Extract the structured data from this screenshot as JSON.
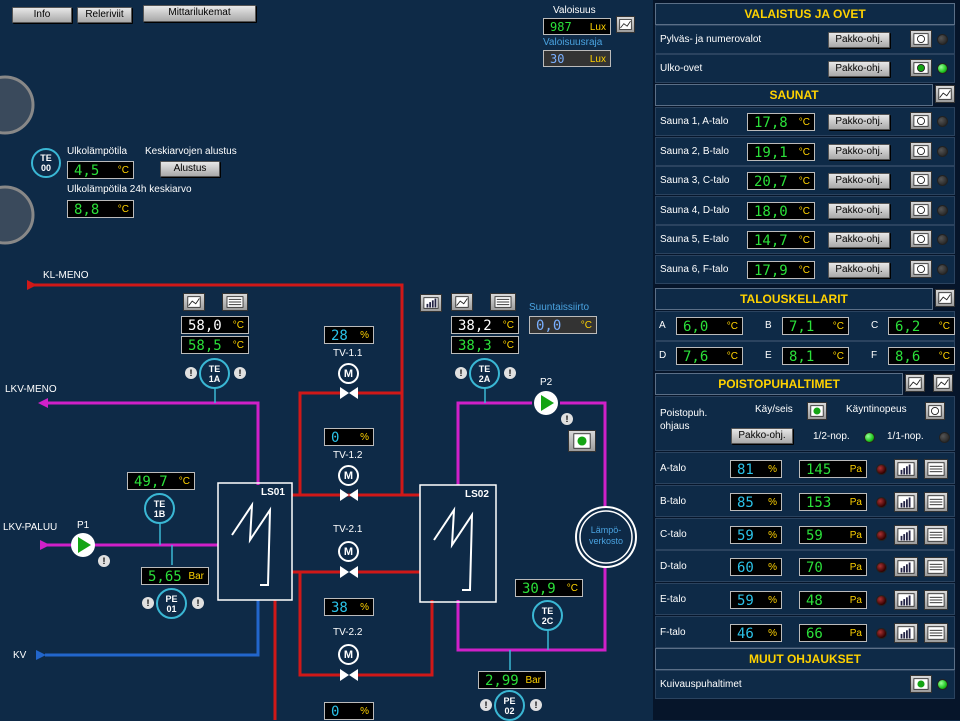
{
  "top_buttons": {
    "info": "Info",
    "releet": "Releriviit",
    "mittari": "Mittarilukemat"
  },
  "valoisuus": {
    "title": "Valoisuus",
    "value": "987",
    "unit": "Lux",
    "raja_label": "Valoisuusraja",
    "raja_value": "30",
    "raja_unit": "Lux"
  },
  "outdoor": {
    "sensor": {
      "line1": "TE",
      "line2": "00"
    },
    "temp_label": "Ulkolämpötila",
    "temp_value": "4,5",
    "avg_reset_label": "Keskiarvojen alustus",
    "reset_button": "Alustus",
    "avg_label": "Ulkolämpötila 24h keskiarvo",
    "avg_value": "8,8",
    "unit": "°C"
  },
  "process": {
    "kl_meno": "KL-MENO",
    "lkv_meno": "LKV-MENO",
    "lkv_paluu": "LKV-PALUU",
    "kv": "KV",
    "te1a": {
      "line1": "TE",
      "line2": "1A",
      "top": "58,0",
      "bottom": "58,5",
      "unit": "°C"
    },
    "te2a": {
      "line1": "TE",
      "line2": "2A",
      "top": "38,2",
      "bottom": "38,3",
      "unit": "°C"
    },
    "suuntaissiirto": {
      "label": "Suuntaissiirto",
      "value": "0,0",
      "unit": "°C"
    },
    "te1b": {
      "line1": "TE",
      "line2": "1B",
      "value": "49,7",
      "unit": "°C"
    },
    "te2c": {
      "line1": "TE",
      "line2": "2C",
      "value": "30,9",
      "unit": "°C"
    },
    "pe01": {
      "line1": "PE",
      "line2": "01",
      "value": "5,65",
      "unit": "Bar"
    },
    "pe02": {
      "line1": "PE",
      "line2": "02",
      "value": "2,99",
      "unit": "Bar"
    },
    "p1": "P1",
    "p2": "P2",
    "ls01": "LS01",
    "ls02": "LS02",
    "lampoverkosto": "Lämpö-verkosto",
    "valves": [
      {
        "name": "TV-1.1",
        "value": "28",
        "unit": "%"
      },
      {
        "name": "TV-1.2",
        "value": "0",
        "unit": "%"
      },
      {
        "name": "TV-2.1",
        "value": "38",
        "unit": "%"
      },
      {
        "name": "TV-2.2",
        "value": "0",
        "unit": "%"
      }
    ]
  },
  "right": {
    "valaistus": {
      "title": "VALAISTUS JA OVET",
      "rows": [
        {
          "label": "Pylväs- ja numerovalot",
          "button": "Pakko-ohj."
        },
        {
          "label": "Ulko-ovet",
          "button": "Pakko-ohj."
        }
      ]
    },
    "saunat": {
      "title": "SAUNAT",
      "rows": [
        {
          "label": "Sauna 1, A-talo",
          "value": "17,8",
          "unit": "°C",
          "button": "Pakko-ohj."
        },
        {
          "label": "Sauna 2, B-talo",
          "value": "19,1",
          "unit": "°C",
          "button": "Pakko-ohj."
        },
        {
          "label": "Sauna 3, C-talo",
          "value": "20,7",
          "unit": "°C",
          "button": "Pakko-ohj."
        },
        {
          "label": "Sauna 4, D-talo",
          "value": "18,0",
          "unit": "°C",
          "button": "Pakko-ohj."
        },
        {
          "label": "Sauna 5, E-talo",
          "value": "14,7",
          "unit": "°C",
          "button": "Pakko-ohj."
        },
        {
          "label": "Sauna 6, F-talo",
          "value": "17,9",
          "unit": "°C",
          "button": "Pakko-ohj."
        }
      ]
    },
    "talouskellarit": {
      "title": "TALOUSKELLARIT",
      "cells": [
        {
          "label": "A",
          "value": "6,0",
          "unit": "°C"
        },
        {
          "label": "B",
          "value": "7,1",
          "unit": "°C"
        },
        {
          "label": "C",
          "value": "6,2",
          "unit": "°C"
        },
        {
          "label": "D",
          "value": "7,6",
          "unit": "°C"
        },
        {
          "label": "E",
          "value": "8,1",
          "unit": "°C"
        },
        {
          "label": "F",
          "value": "8,6",
          "unit": "°C"
        }
      ]
    },
    "poisto": {
      "title": "POISTOPUHALTIMET",
      "ohjaus_label": "Poistopuh. ohjaus",
      "kay_label": "Käy/seis",
      "nopeus_label": "Käyntinopeus",
      "button": "Pakko-ohj.",
      "half_label": "1/2-nop.",
      "full_label": "1/1-nop.",
      "rows": [
        {
          "label": "A-talo",
          "pct": "81",
          "pa": "145"
        },
        {
          "label": "B-talo",
          "pct": "85",
          "pa": "153"
        },
        {
          "label": "C-talo",
          "pct": "59",
          "pa": "59"
        },
        {
          "label": "D-talo",
          "pct": "60",
          "pa": "70"
        },
        {
          "label": "E-talo",
          "pct": "59",
          "pa": "48"
        },
        {
          "label": "F-talo",
          "pct": "46",
          "pa": "66"
        }
      ],
      "pct_unit": "%",
      "pa_unit": "Pa"
    },
    "muut": {
      "title": "MUUT OHJAUKSET",
      "rows": [
        {
          "label": "Kuivauspuhaltimet"
        }
      ]
    }
  }
}
